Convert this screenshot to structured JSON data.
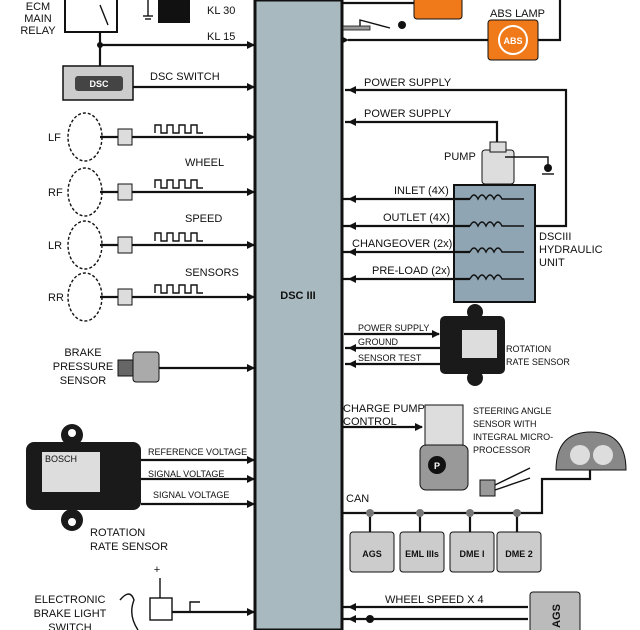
{
  "ecu": {
    "label": "DSC III"
  },
  "left": {
    "ecm_relay": "ECM MAIN RELAY",
    "ecm_relay_lines": [
      "ECM",
      "MAIN",
      "RELAY"
    ],
    "kl30": "KL 30",
    "kl15": "KL 15",
    "dsc_button": "DSC",
    "dsc_switch": "DSC SWITCH",
    "wheels": [
      "LF",
      "RF",
      "LR",
      "RR"
    ],
    "wheel_labels": [
      "WHEEL",
      "SPEED",
      "SENSORS"
    ],
    "brake_pressure": [
      "BRAKE",
      "PRESSURE",
      "SENSOR"
    ],
    "rotation_sensor_brand": "BOSCH",
    "rotation_lines": [
      "REFERENCE VOLTAGE",
      "SIGNAL VOLTAGE",
      "SIGNAL VOLTAGE"
    ],
    "rotation_label": [
      "ROTATION",
      "RATE SENSOR"
    ],
    "brake_light": [
      "ELECTRONIC",
      "BRAKE LIGHT",
      "SWITCH"
    ],
    "plus": "+"
  },
  "right": {
    "abs_lamp": "ABS LAMP",
    "abs_icon": "ABS",
    "power_supply_1": "POWER SUPPLY",
    "power_supply_2": "POWER SUPPLY",
    "pump": "PUMP",
    "valves": [
      "INLET (4X)",
      "OUTLET (4X)",
      "CHANGEOVER (2x)",
      "PRE-LOAD (2x)"
    ],
    "hydraulic_unit": [
      "DSCIII",
      "HYDRAULIC",
      "UNIT"
    ],
    "rotation_lines": [
      "POWER SUPPLY",
      "GROUND",
      "SENSOR TEST"
    ],
    "rotation_label": [
      "ROTATION",
      "RATE SENSOR"
    ],
    "charge_pump": [
      "CHARGE PUMP",
      "CONTROL"
    ],
    "charge_pump_icon": "P",
    "steering": [
      "STEERING ANGLE",
      "SENSOR WITH",
      "INTEGRAL MICRO-",
      "PROCESSOR"
    ],
    "can": "CAN",
    "can_modules": [
      "AGS",
      "EML IIIs",
      "DME I",
      "DME 2"
    ],
    "wheel_speed": "WHEEL SPEED X 4",
    "ags_bottom": "AGS"
  },
  "colors": {
    "ecu": "#a9b9c0",
    "lamp": "#f07a1a",
    "hydraulic": "#8fa5b3"
  }
}
